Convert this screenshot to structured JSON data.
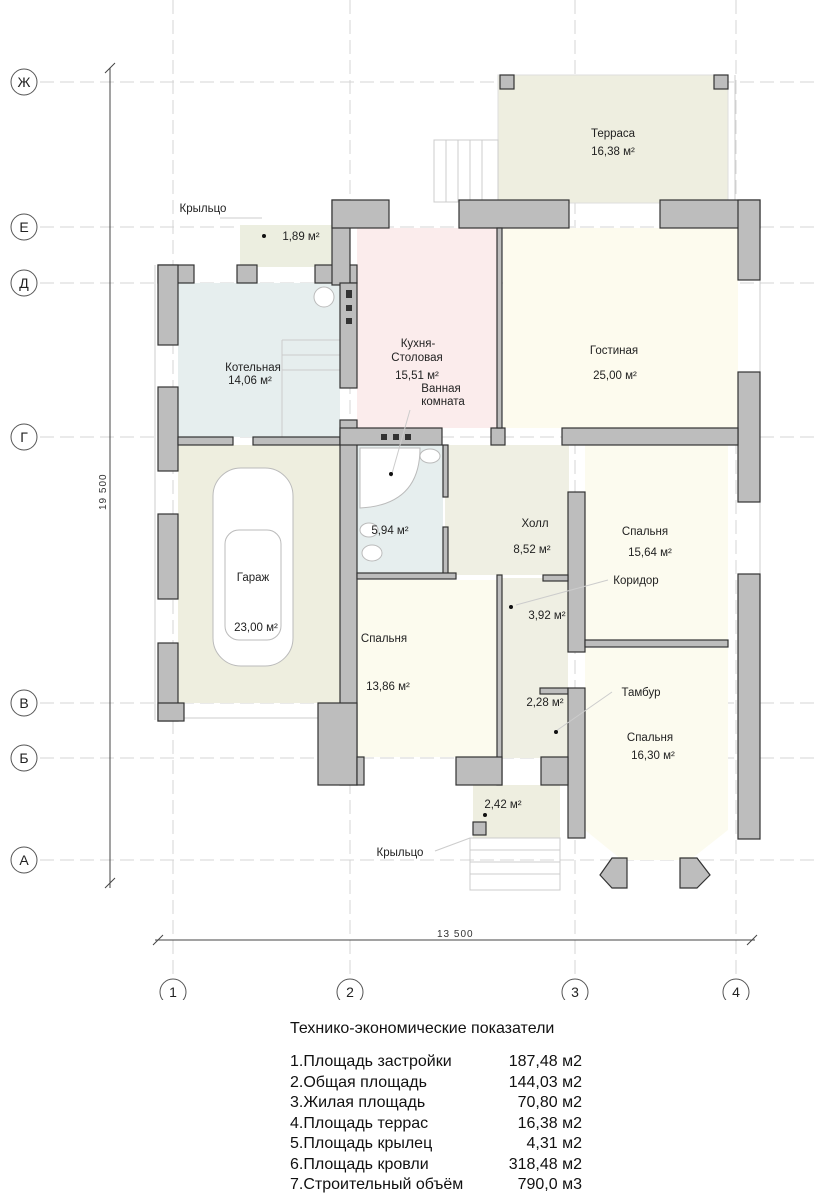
{
  "axes": {
    "rows": [
      "Ж",
      "Е",
      "Д",
      "Г",
      "В",
      "Б",
      "А"
    ],
    "cols": [
      "1",
      "2",
      "3",
      "4"
    ]
  },
  "dimensions": {
    "height": "19 500",
    "width": "13 500"
  },
  "rooms": {
    "terrace": {
      "name": "Терраса",
      "area": "16,38 м²"
    },
    "porch_top": {
      "name": "Крыльцо",
      "area": "1,89 м²"
    },
    "boiler": {
      "name": "Котельная",
      "area": "14,06 м²"
    },
    "kitchen": {
      "name1": "Кухня-",
      "name2": "Столовая",
      "area": "15,51 м²"
    },
    "living": {
      "name": "Гостиная",
      "area": "25,00 м²"
    },
    "bath": {
      "name1": "Ванная",
      "name2": "комната",
      "area": "5,94 м²"
    },
    "garage": {
      "name": "Гараж",
      "area": "23,00 м²"
    },
    "hall": {
      "name": "Холл",
      "area": "8,52 м²"
    },
    "bed1": {
      "name": "Спальня",
      "area": "15,64 м²"
    },
    "corridor": {
      "name": "Коридор",
      "area": "3,92 м²"
    },
    "bed2": {
      "name": "Спальня",
      "area": "13,86 м²"
    },
    "tambur": {
      "name": "Тамбур",
      "area": "2,28 м²"
    },
    "bed3": {
      "name": "Спальня",
      "area": "16,30 м²"
    },
    "porch_bottom": {
      "name": "Крыльцо",
      "area": "2,42 м²"
    }
  },
  "colors": {
    "wall": "#bdbdbd",
    "kitchen": "#fbecec",
    "wet": "#e6eeee",
    "living": "#fdfbee",
    "utility": "#eeeee0"
  },
  "indicators": {
    "title": "Технико-экономические показатели",
    "items": [
      {
        "label": "1.Площадь застройки",
        "value": "187,48 м2"
      },
      {
        "label": "2.Общая площадь",
        "value": "144,03 м2"
      },
      {
        "label": "3.Жилая площадь",
        "value": "70,80 м2"
      },
      {
        "label": "4.Площадь террас",
        "value": "16,38 м2"
      },
      {
        "label": "5.Площадь крылец",
        "value": "4,31 м2"
      },
      {
        "label": "6.Площадь кровли",
        "value": "318,48 м2"
      },
      {
        "label": "7.Строительный объём",
        "value": "790,0 м3"
      }
    ]
  }
}
